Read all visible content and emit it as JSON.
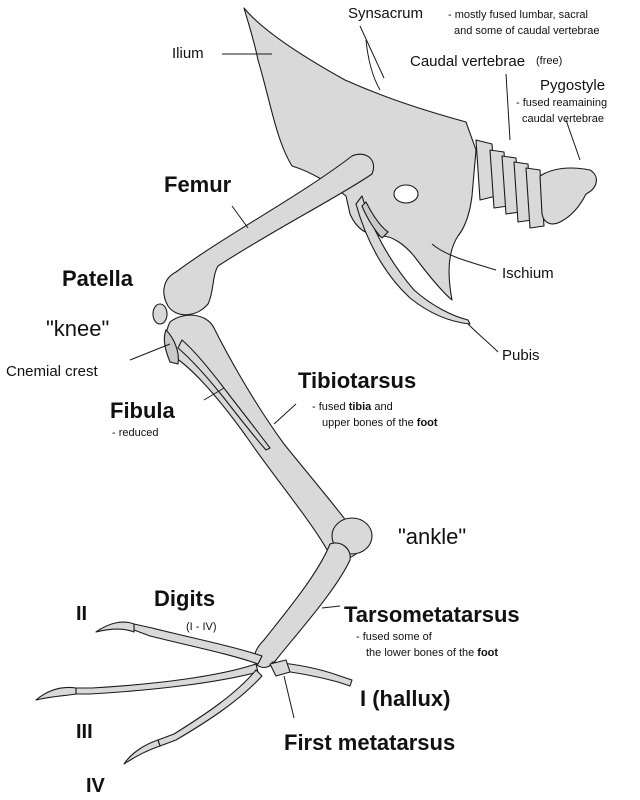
{
  "labels": {
    "synsacrum": "Synsacrum",
    "synsacrum_note_1": "- mostly fused lumbar, sacral",
    "synsacrum_note_2": "and some of caudal vertebrae",
    "caudal": "Caudal vertebrae",
    "caudal_note": "(free)",
    "pygostyle": "Pygostyle",
    "pygostyle_note_1": "- fused reamaining",
    "pygostyle_note_2": "caudal vertebrae",
    "ilium": "Ilium",
    "femur": "Femur",
    "ischium": "Ischium",
    "patella": "Patella",
    "knee": "\"knee\"",
    "pubis": "Pubis",
    "cnemial": "Cnemial crest",
    "tibiotarsus": "Tibiotarsus",
    "tibio_note_1a": "- fused ",
    "tibio_note_1b": "tibia",
    "tibio_note_1c": " and",
    "tibio_note_2a": "upper bones of the ",
    "tibio_note_2b": "foot",
    "fibula": "Fibula",
    "fibula_note": "- reduced",
    "ankle": "\"ankle\"",
    "digits": "Digits",
    "digits_note": "(I - IV)",
    "d2": "II",
    "d3": "III",
    "d4": "IV",
    "tarso": "Tarsometatarsus",
    "tarso_note_1": "- fused some of",
    "tarso_note_2a": "the lower bones of the ",
    "tarso_note_2b": "foot",
    "hallux": "I (hallux)",
    "first_meta": "First metatarsus"
  },
  "colors": {
    "bone_fill": "#d9d9d9",
    "outline": "#1a1a1a",
    "label": "#111111"
  }
}
